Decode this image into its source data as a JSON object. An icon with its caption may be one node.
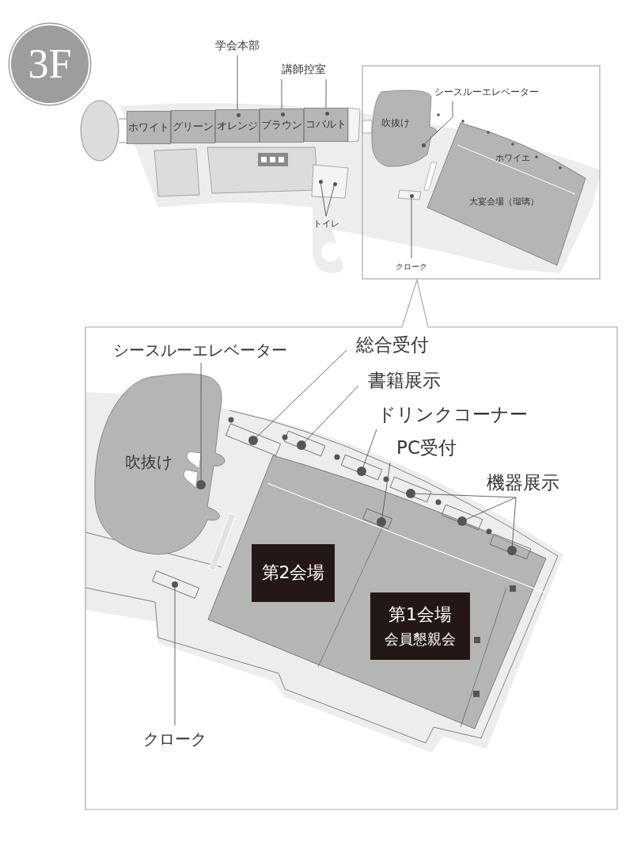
{
  "diagram": {
    "nodes": [
      {
        "text": [
          "3F"
        ]
      },
      {
        "text": [
          "ホワイト"
        ]
      },
      {
        "text": [
          "グリーン"
        ]
      },
      {
        "text": [
          "オレンジ"
        ]
      },
      {
        "text": [
          "ブラウン"
        ]
      },
      {
        "text": [
          "コバルト"
        ]
      },
      {
        "text": [],
        "shape": "circle",
        "in": 3
      },
      {
        "text": [],
        "shape": "circle",
        "in": 4
      },
      {
        "text": [],
        "shape": "circle",
        "in": 5
      },
      {
        "text": [
          "学会本部"
        ]
      },
      {
        "text": [
          "講師控室"
        ]
      },
      {
        "text": [
          "吹抜け"
        ]
      },
      {
        "text": [
          "シースルーエレベーター"
        ]
      },
      {
        "text": [],
        "shape": "circle"
      },
      {
        "text": [
          "ホワイエ"
        ]
      },
      {
        "text": [
          "大宴会場（瑠璃）"
        ]
      },
      {
        "text": [
          "トイレ"
        ]
      },
      {
        "text": [],
        "shape": "circle"
      },
      {
        "text": [],
        "shape": "circle"
      },
      {
        "text": [
          "クローク"
        ]
      },
      {
        "text": [],
        "shape": "circle"
      },
      {
        "text": [
          "シースルーエレベーター"
        ]
      },
      {
        "text": [],
        "shape": "circle"
      },
      {
        "text": [
          "吹抜け"
        ]
      },
      {
        "text": [
          "総合受付"
        ]
      },
      {
        "text": [],
        "shape": "circle"
      },
      {
        "text": [
          "書籍展示"
        ]
      },
      {
        "text": [],
        "shape": "circle"
      },
      {
        "text": [
          "ドリンクコーナー"
        ]
      },
      {
        "text": [],
        "shape": "circle"
      },
      {
        "text": [
          "PC受付"
        ]
      },
      {
        "text": [],
        "shape": "circle"
      },
      {
        "text": [
          "機器展示"
        ]
      },
      {
        "text": [],
        "shape": "circle"
      },
      {
        "text": [],
        "shape": "circle"
      },
      {
        "text": [],
        "shape": "circle"
      },
      {
        "text": [
          "第2会場"
        ]
      },
      {
        "text": [
          "第1会場",
          "会員懇親会"
        ]
      },
      {
        "text": [
          "クローク"
        ]
      },
      {
        "text": [],
        "shape": "circle"
      }
    ],
    "edges": [
      {
        "from": 9,
        "to": 6,
        "arrow": "none"
      },
      {
        "from": 10,
        "to": 7,
        "arrow": "none"
      },
      {
        "from": 10,
        "to": 8,
        "arrow": "none"
      },
      {
        "from": 12,
        "to": 13,
        "arrow": "none"
      },
      {
        "from": 16,
        "to": 17,
        "arrow": "none"
      },
      {
        "from": 16,
        "to": 18,
        "arrow": "none"
      },
      {
        "from": 19,
        "to": 20,
        "arrow": "none"
      },
      {
        "from": 21,
        "to": 22,
        "arrow": "none"
      },
      {
        "from": 24,
        "to": 25,
        "arrow": "none"
      },
      {
        "from": 26,
        "to": 27,
        "arrow": "none"
      },
      {
        "from": 28,
        "to": 29,
        "arrow": "none"
      },
      {
        "from": 30,
        "to": 31,
        "arrow": "none"
      },
      {
        "from": 32,
        "to": 33,
        "arrow": "none"
      },
      {
        "from": 32,
        "to": 34,
        "arrow": "none"
      },
      {
        "from": 32,
        "to": 35,
        "arrow": "none"
      },
      {
        "from": 38,
        "to": 39,
        "arrow": "none"
      }
    ]
  }
}
